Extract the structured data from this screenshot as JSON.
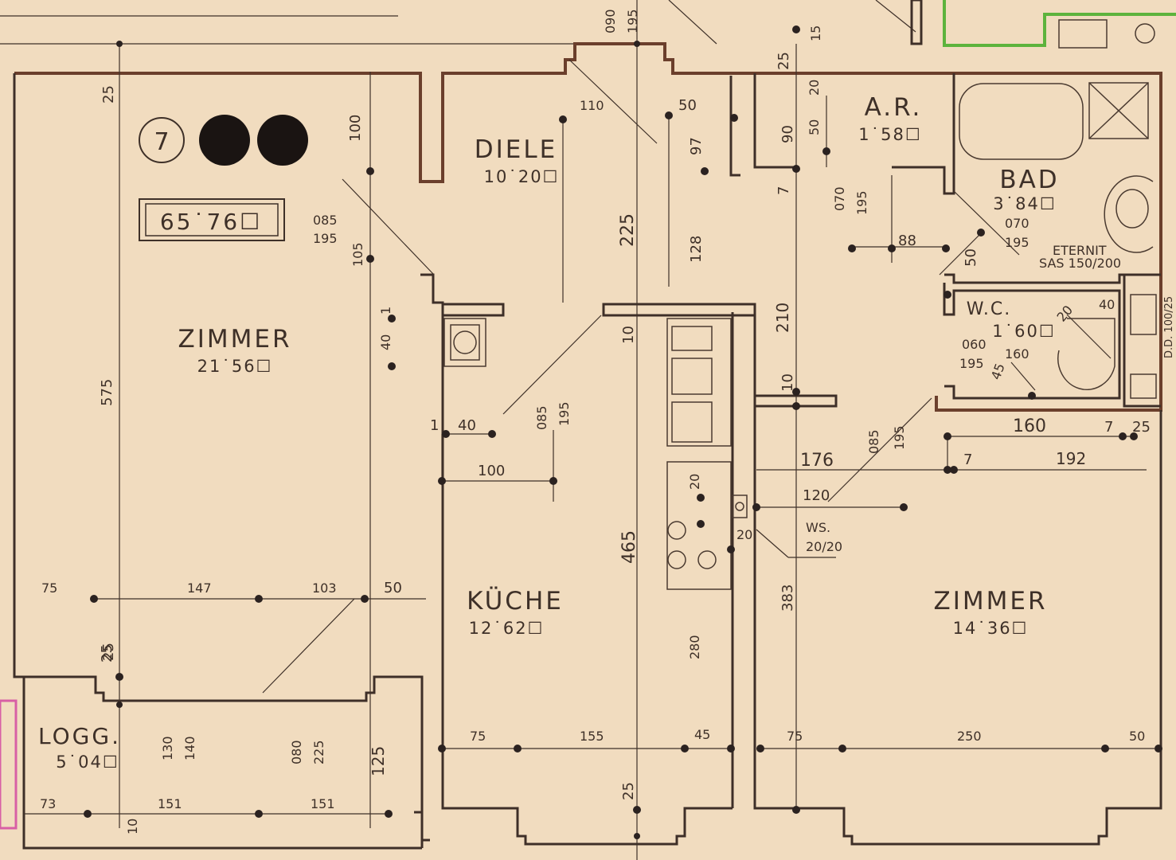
{
  "plan": {
    "unit_number": "7",
    "total_area": "65˙76☐",
    "rooms": [
      {
        "id": "zimmer-left",
        "name": "ZIMMER",
        "area": "21˙56☐"
      },
      {
        "id": "diele",
        "name": "DIELE",
        "area": "10˙20☐"
      },
      {
        "id": "ar",
        "name": "A.R.",
        "area": "1˙58☐"
      },
      {
        "id": "bad",
        "name": "BAD",
        "area": "3˙84☐"
      },
      {
        "id": "wc",
        "name": "W.C.",
        "area": "1˙60☐"
      },
      {
        "id": "kueche",
        "name": "KÜCHE",
        "area": "12˙62☐"
      },
      {
        "id": "zimmer-right",
        "name": "ZIMMER",
        "area": "14˙36☐"
      },
      {
        "id": "logg",
        "name": "LOGG.",
        "area": "5˙04☐"
      }
    ],
    "notes": {
      "eternit": "ETERNIT",
      "sas": "SAS 150/200",
      "dd": "D.D. 100/25",
      "ws": "WS.",
      "ws_size": "20/20"
    },
    "dimensions": [
      "090",
      "195",
      "15",
      "25",
      "25",
      "25",
      "575",
      "100",
      "085",
      "195",
      "105",
      "40",
      "1",
      "110",
      "50",
      "97",
      "225",
      "128",
      "90",
      "50",
      "20",
      "7",
      "070",
      "195",
      "88",
      "070",
      "195",
      "50",
      "210",
      "10",
      "10",
      "160",
      "1",
      "40",
      "085",
      "195",
      "100",
      "465",
      "20",
      "20",
      "085",
      "195",
      "176",
      "120",
      "7",
      "192",
      "160",
      "7",
      "25",
      "060",
      "195",
      "45",
      "20",
      "40",
      "383",
      "280",
      "75",
      "147",
      "103",
      "50",
      "25",
      "130",
      "140",
      "080",
      "225",
      "125",
      "73",
      "151",
      "151",
      "10",
      "75",
      "155",
      "45",
      "25",
      "75",
      "250",
      "50"
    ]
  }
}
